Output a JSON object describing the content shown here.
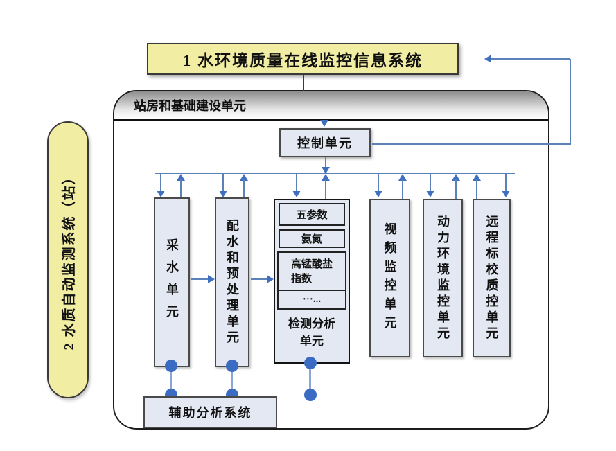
{
  "title_box": {
    "label": "1 水环境质量在线监控信息系统"
  },
  "station_capsule": {
    "label": "2 水质自动监测系统（站）"
  },
  "container": {
    "header": "站房和基础建设单元"
  },
  "control_unit": {
    "label": "控制单元"
  },
  "units": [
    {
      "id": "water-intake",
      "label": "采水单元"
    },
    {
      "id": "water-distribution-pretreatment",
      "label": "配水和预处理单元"
    },
    {
      "id": "detection-analysis",
      "label": "检测分析\n单元",
      "sub_items": [
        "五参数",
        "氨氮",
        "高锰酸盐\n指数",
        "···..."
      ]
    },
    {
      "id": "video-monitoring",
      "label": "视频监控单元"
    },
    {
      "id": "power-environment-monitoring",
      "label": "动力环境监控单元"
    },
    {
      "id": "remote-calibration-qc",
      "label": "远程标校质控单元"
    }
  ],
  "auxiliary_box": {
    "label": "辅助分析系统"
  },
  "colors": {
    "highlight_yellow": "#f1eda3",
    "box_fill": "#e3e8f3",
    "line_blue": "#5b82b8",
    "arrow_blue": "#3f6fbe",
    "dot_blue": "#3b6cc4",
    "header_gray_top": "#8e8e8e"
  }
}
